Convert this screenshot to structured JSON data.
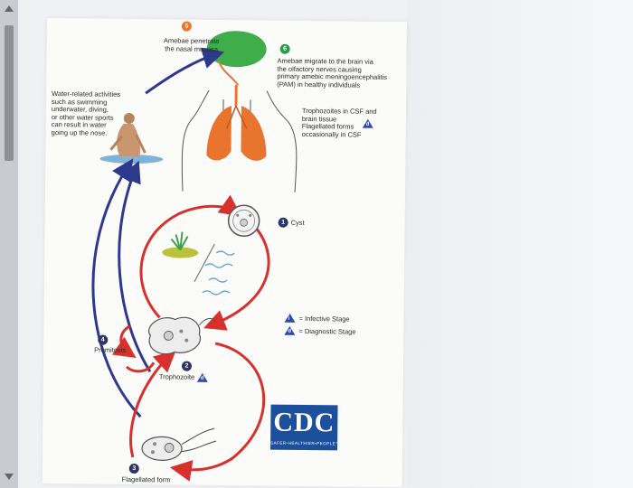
{
  "labels": {
    "amebae_penetrate": "Amebae penetrate\nthe nasal mucosa",
    "migrate": "Amebae migrate to the brain via\nthe olfactory nerves causing\nprimary amebic meningoencephalitis\n(PAM) in healthy individuals",
    "water_activities": "Water-related activities\nsuch as swimming\nunderwater, diving,\nor other water sports\ncan result in water\ngoing up the nose.",
    "trophozoites_csf": "Trophozoites in CSF and\nbrain tissue\nFlagellated forms\noccasionally in CSF",
    "cyst": "Cyst",
    "promitosis": "Promitosis",
    "trophozoite": "Trophozoite",
    "flagellated_form": "Flagellated form",
    "infective_stage": "= Infective Stage",
    "diagnostic_stage": "= Diagnostic Stage"
  },
  "steps": {
    "s1": "1",
    "s2": "2",
    "s3": "3",
    "s4": "4",
    "s5": "5",
    "s6": "6"
  },
  "stage_markers": {
    "infective": "i",
    "diagnostic": "d"
  },
  "logo": {
    "name": "CDC",
    "tagline": "SAFER•HEALTHIER•PEOPLE™"
  },
  "colors": {
    "red_arrow": "#d8302c",
    "blue_arrow": "#2d3a8c",
    "brain": "#3fae4a",
    "lungs": "#e8742d",
    "triangle": "#2f4aa8",
    "cdc_blue": "#1c4f9c"
  }
}
